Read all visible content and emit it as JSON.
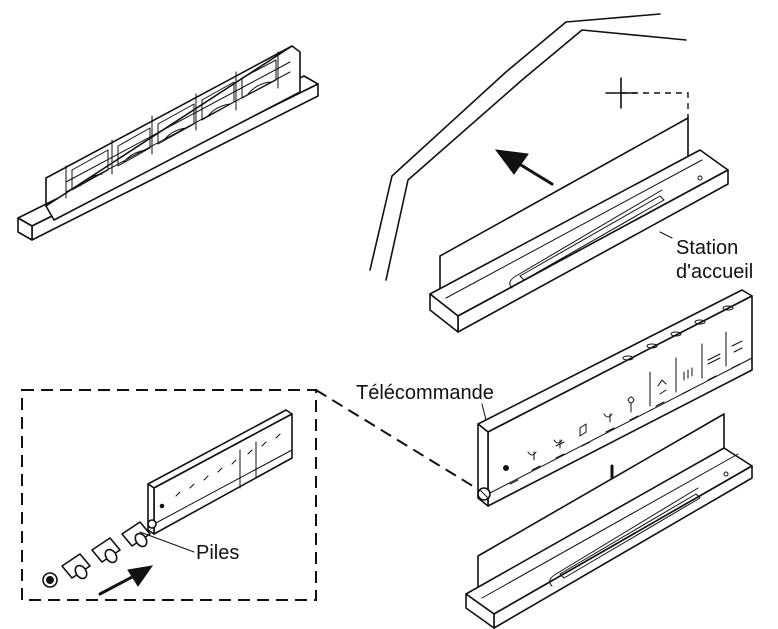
{
  "labels": {
    "station_line1": "Station",
    "station_line2": "d'accueil",
    "remote": "Télécommande",
    "batteries": "Piles"
  },
  "colors": {
    "line": "#111111",
    "background": "#ffffff"
  }
}
